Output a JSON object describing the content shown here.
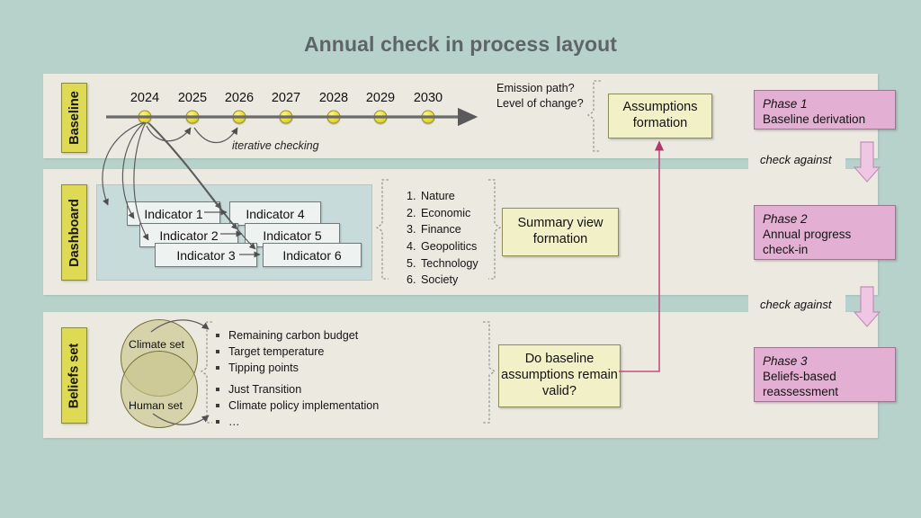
{
  "title": "Annual check in process layout",
  "colors": {
    "background": "#b6d2cb",
    "panel": "#ebe9e0",
    "chip_yellow": "#dfda54",
    "box_yellow": "#f2f0c7",
    "phase_pink": "#e3b0d3",
    "dashboard_teal": "#c6dbda",
    "venn_olive": "#cac58a",
    "connector_pink": "#c0527f",
    "arrow_gray": "#5a5a5a"
  },
  "rows": {
    "baseline": {
      "label": "Baseline",
      "timeline": {
        "years": [
          "2024",
          "2025",
          "2026",
          "2027",
          "2028",
          "2029",
          "2030"
        ],
        "iterative_label": "iterative checking"
      },
      "questions": [
        "Emission path?",
        "Level of change?"
      ],
      "box": "Assumptions formation",
      "phase": {
        "number": "Phase 1",
        "name": "Baseline derivation"
      },
      "check_label": "check against"
    },
    "dashboard": {
      "label": "Dashboard",
      "indicators": [
        "Indicator 1",
        "Indicator 2",
        "Indicator 3",
        "Indicator 4",
        "Indicator 5",
        "Indicator 6"
      ],
      "categories": [
        "Nature",
        "Economic",
        "Finance",
        "Geopolitics",
        "Technology",
        "Society"
      ],
      "box": "Summary view formation",
      "phase": {
        "number": "Phase 2",
        "name": "Annual progress check-in"
      },
      "check_label": "check against"
    },
    "beliefs": {
      "label": "Beliefs set",
      "venn": {
        "top": "Climate set",
        "bottom": "Human set"
      },
      "bullets_top": [
        "Remaining carbon budget",
        "Target temperature",
        "Tipping points"
      ],
      "bullets_bottom": [
        "Just Transition",
        "Climate policy implementation",
        "…"
      ],
      "box": "Do baseline assumptions remain valid?",
      "phase": {
        "number": "Phase 3",
        "name": "Beliefs-based reassessment"
      }
    }
  }
}
